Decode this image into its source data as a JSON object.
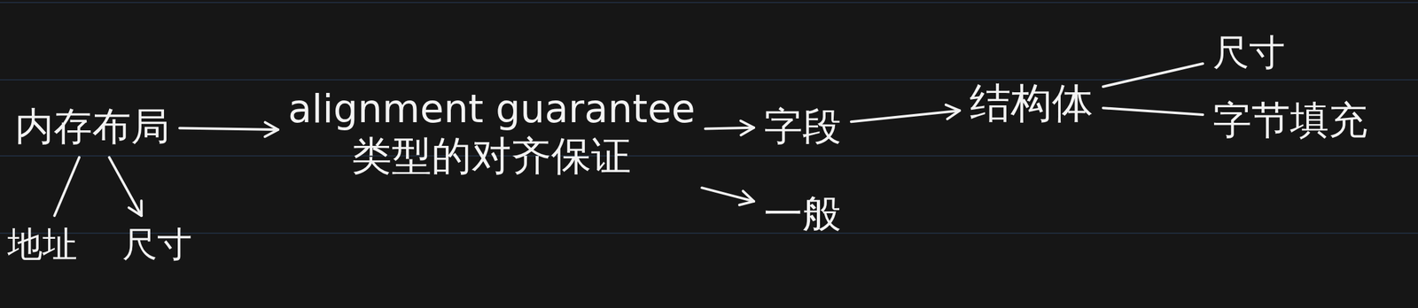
{
  "diagram": {
    "nodes": [
      {
        "text": [
          "内存布局"
        ]
      },
      {
        "text": [
          "地址"
        ]
      },
      {
        "text": [
          "尺寸"
        ]
      },
      {
        "text": [
          "alignment guarantee",
          "类型的对齐保证"
        ]
      },
      {
        "text": [
          "字段"
        ]
      },
      {
        "text": [
          "一般"
        ]
      },
      {
        "text": [
          "结构体"
        ]
      },
      {
        "text": [
          "尺寸"
        ]
      },
      {
        "text": [
          "字节填充"
        ]
      }
    ],
    "edges": [
      {
        "from": 0,
        "to": 1,
        "arrow": "none"
      },
      {
        "from": 0,
        "to": 2,
        "arrow": "to"
      },
      {
        "from": 0,
        "to": 3,
        "arrow": "to"
      },
      {
        "from": 3,
        "to": 4,
        "arrow": "to"
      },
      {
        "from": 3,
        "to": 5,
        "arrow": "to"
      },
      {
        "from": 4,
        "to": 6,
        "arrow": "to"
      },
      {
        "from": 6,
        "to": 7,
        "arrow": "none"
      },
      {
        "from": 6,
        "to": 8,
        "arrow": "none"
      }
    ]
  }
}
